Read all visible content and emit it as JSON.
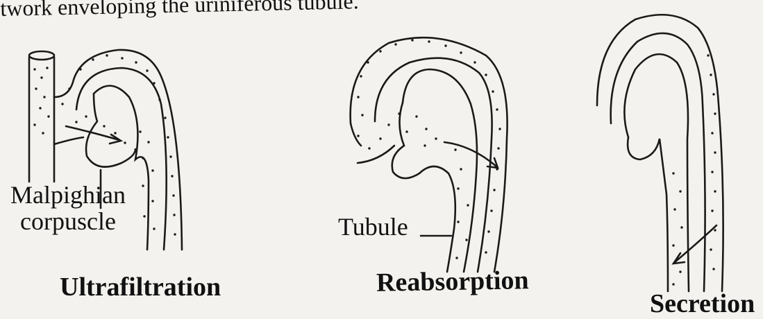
{
  "caption_text": "twork enveloping the uriniferous tubule.",
  "panels": [
    {
      "title": "Ultrafiltration",
      "label_line1": "Malpighian",
      "label_line2": "corpuscle"
    },
    {
      "title": "Reabsorption",
      "label": "Tubule"
    },
    {
      "title": "Secretion"
    }
  ],
  "colors": {
    "ink": "#1a1a1a",
    "paper": "#f3f2ee"
  }
}
